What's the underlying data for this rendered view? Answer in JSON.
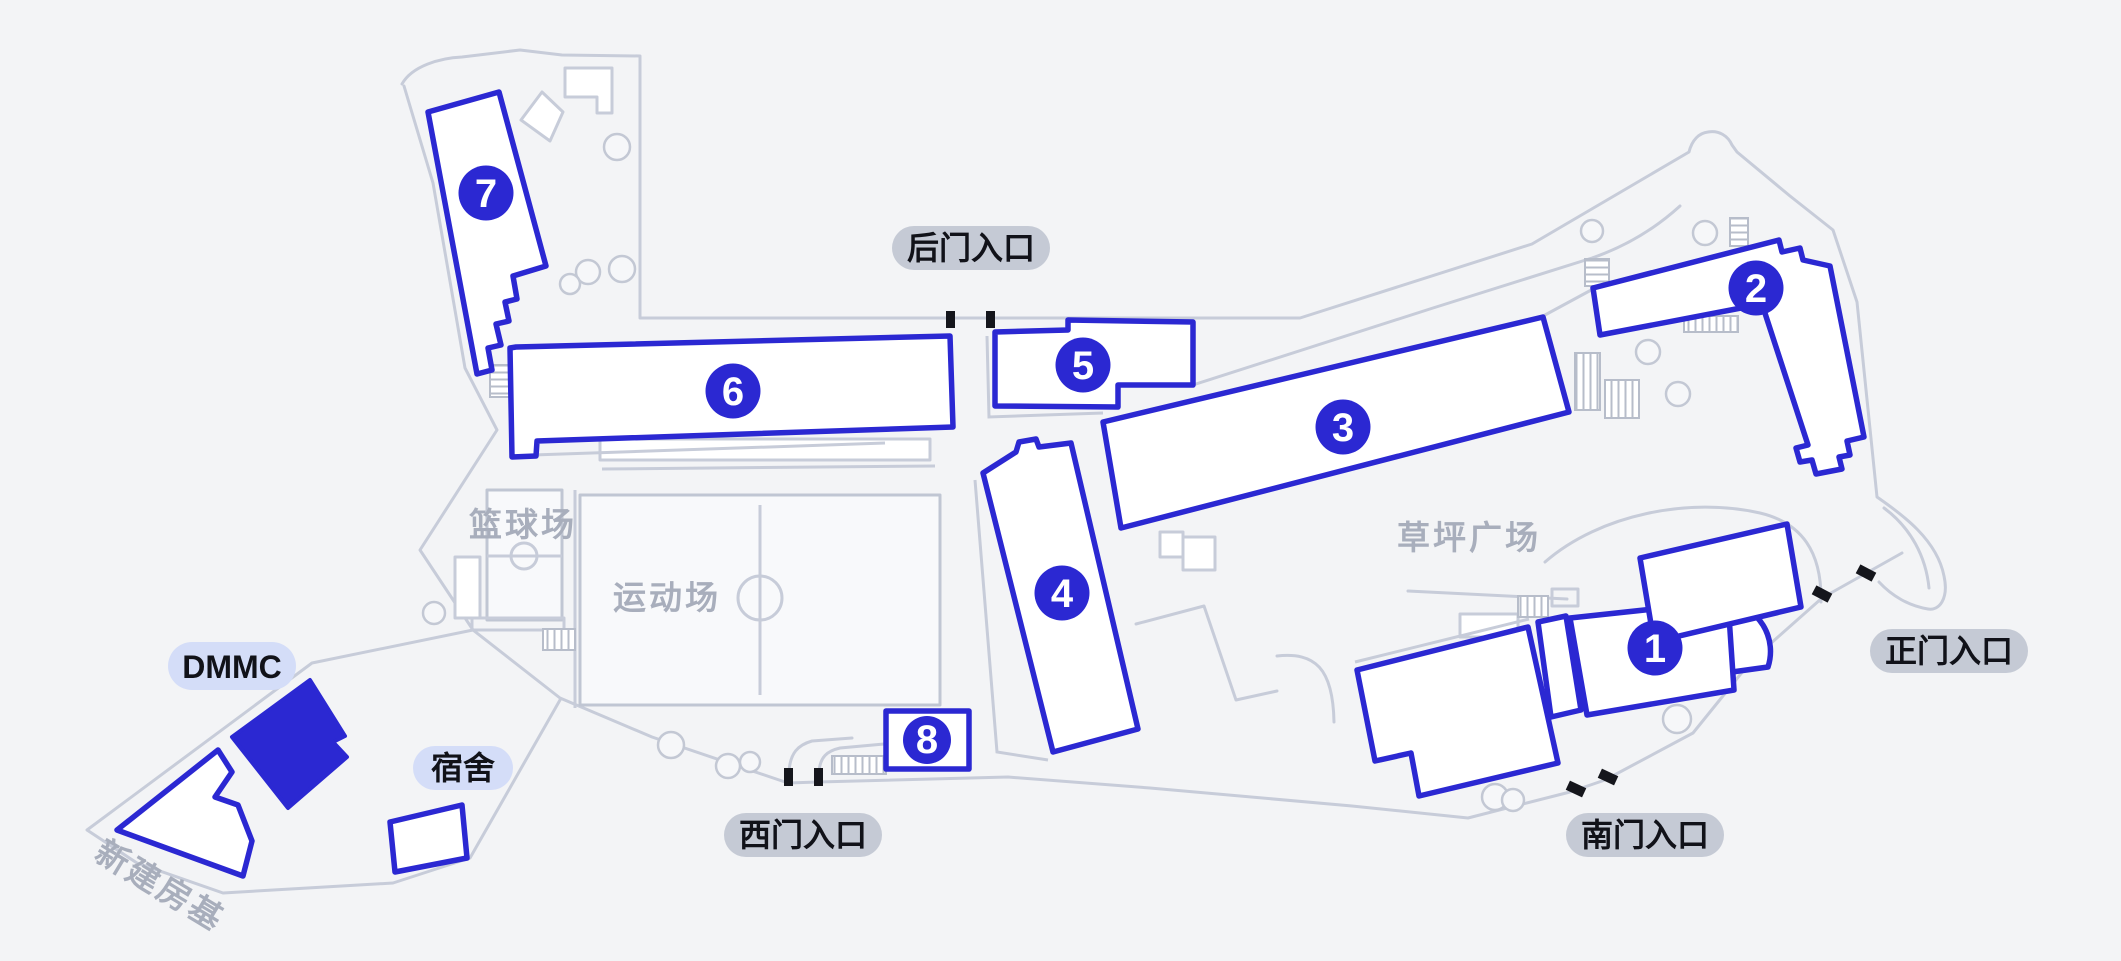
{
  "map": {
    "title": "campus-map",
    "colors": {
      "background": "#f3f4f6",
      "building_stroke": "#2b28d2",
      "building_fill": "#ffffff",
      "solid_building_fill": "#2b28d2",
      "outline_gray": "#c7ccd9",
      "entrance_pill_bg": "#c5cad5",
      "place_pill_bg": "#d4ddf8",
      "pill_text": "#111219",
      "area_text_gray": "#a8aebc",
      "gate_black": "#15161c",
      "badge_fill": "#2b28d2",
      "badge_text": "#ffffff"
    },
    "markers": [
      {
        "number": "1"
      },
      {
        "number": "2"
      },
      {
        "number": "3"
      },
      {
        "number": "4"
      },
      {
        "number": "5"
      },
      {
        "number": "6"
      },
      {
        "number": "7"
      },
      {
        "number": "8"
      }
    ],
    "entrances": [
      {
        "label": "后门入口"
      },
      {
        "label": "正门入口"
      },
      {
        "label": "西门入口"
      },
      {
        "label": "南门入口"
      }
    ],
    "places": [
      {
        "label": "DMMC"
      },
      {
        "label": "宿舍"
      }
    ],
    "areas": [
      {
        "label": "草坪广场"
      },
      {
        "label": "运动场"
      },
      {
        "label": "篮球场"
      },
      {
        "label": "新建房基"
      }
    ]
  }
}
